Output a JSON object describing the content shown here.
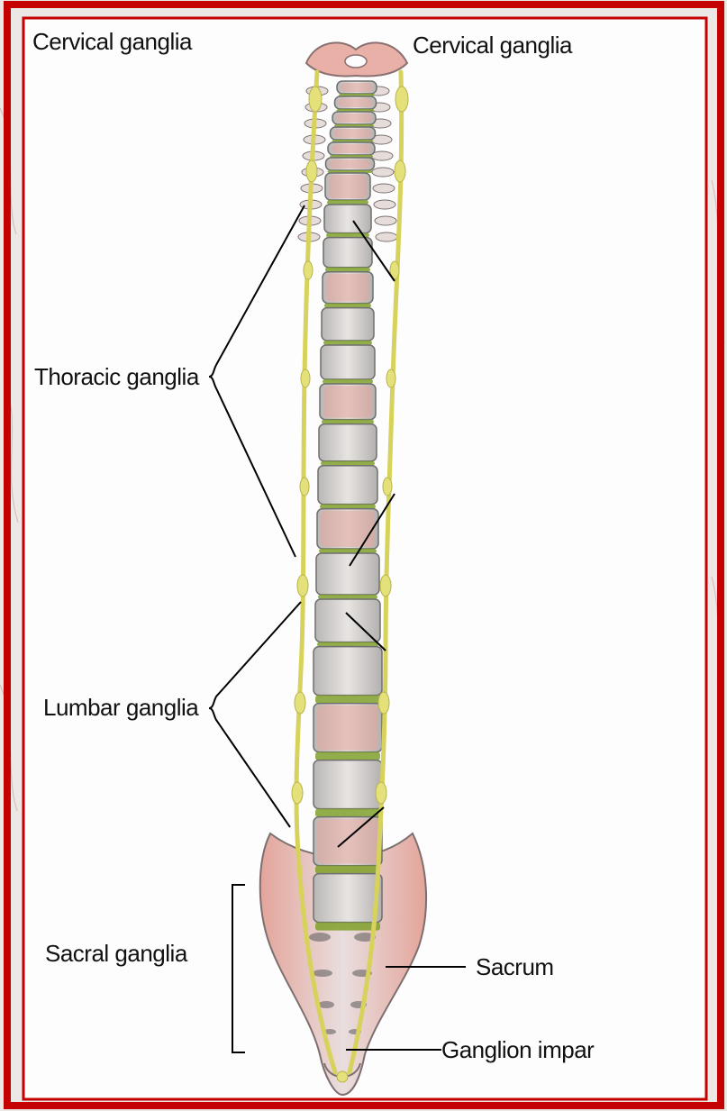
{
  "labels": {
    "cervical_left": "Cervical ganglia",
    "cervical_right": "Cervical ganglia",
    "thoracic": "Thoracic ganglia",
    "lumbar": "Lumbar ganglia",
    "sacral": "Sacral ganglia",
    "sacrum": "Sacrum",
    "ganglion_impar": "Ganglion impar"
  },
  "colors": {
    "frame": "#c40000",
    "panel": "#fdfdfd",
    "bone": "#d9d6d4",
    "bone_pink": "#e3a49a",
    "disc": "#7fa02a",
    "ganglia_chain": "#e4e07a",
    "leader_line": "#000000"
  }
}
